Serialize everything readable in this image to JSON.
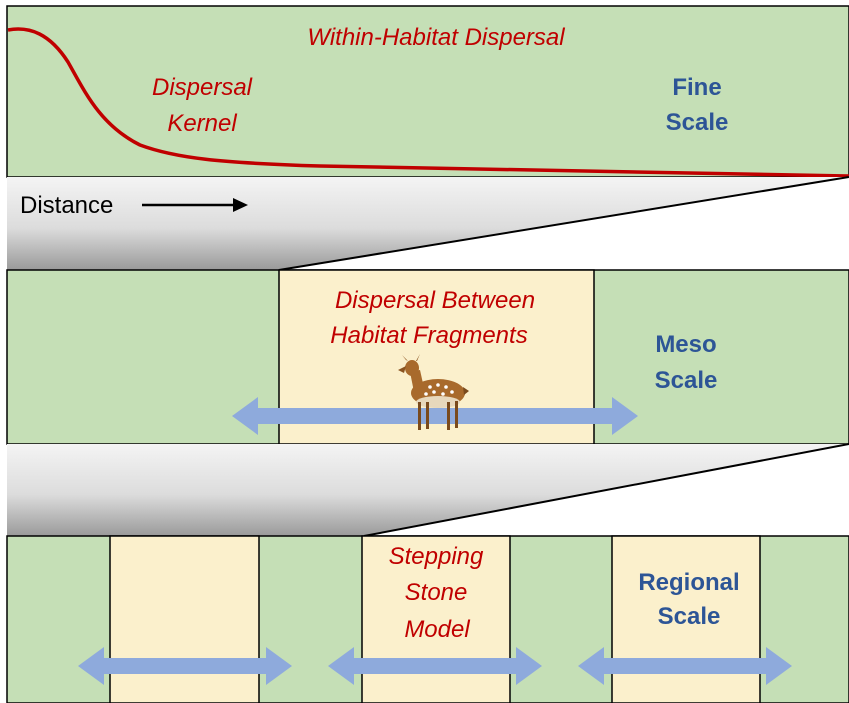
{
  "panels": {
    "fine": {
      "title": "Within-Habitat Dispersal",
      "kernel_label_line1": "Dispersal",
      "kernel_label_line2": "Kernel",
      "scale_line1": "Fine",
      "scale_line2": "Scale"
    },
    "zoom1": {
      "distance_label": "Distance"
    },
    "meso": {
      "label_line1": "Dispersal Between",
      "label_line2": "Habitat Fragments",
      "scale_line1": "Meso",
      "scale_line2": "Scale",
      "animal_icon": "deer-icon"
    },
    "regional": {
      "label_line1": "Stepping",
      "label_line2": "Stone",
      "label_line3": "Model",
      "scale_line1": "Regional",
      "scale_line2": "Scale"
    }
  },
  "colors": {
    "habitat_matrix": "#c5dfb6",
    "habitat_patch": "#fbf0cc",
    "kernel_curve": "#c00000",
    "arrow": "#8eaadc",
    "scale_text": "#2d5596",
    "italic_text": "#c00000"
  }
}
